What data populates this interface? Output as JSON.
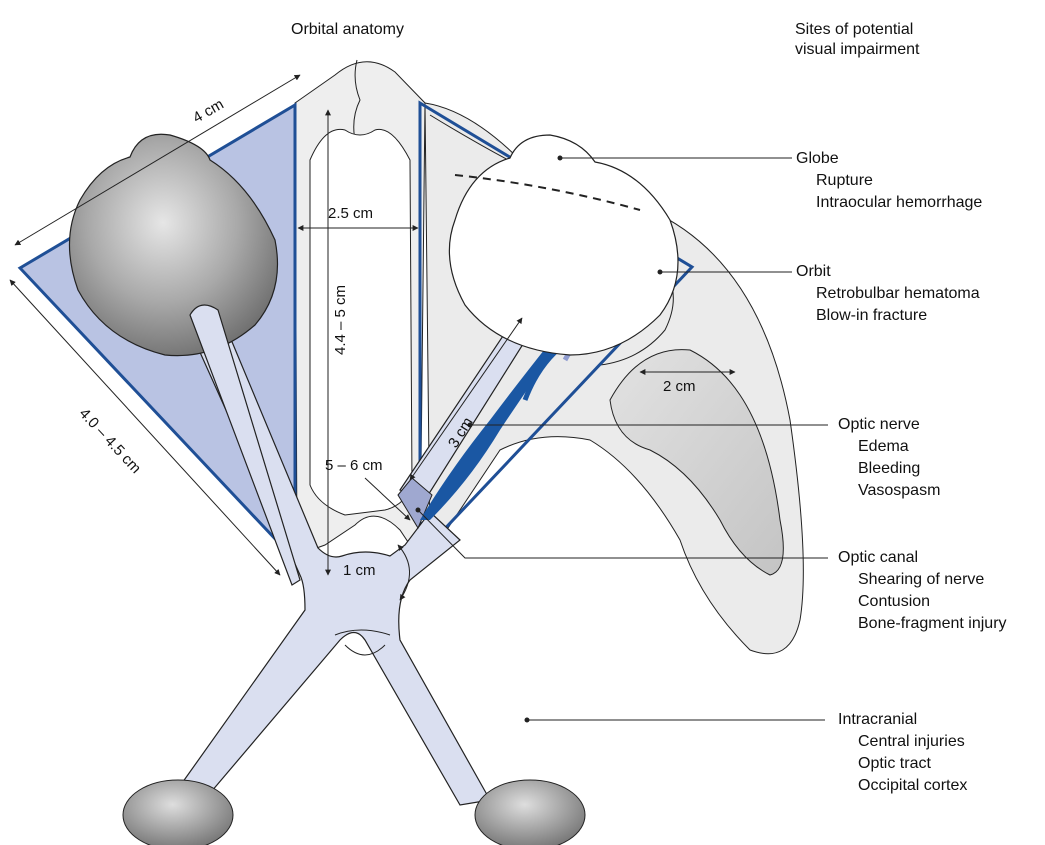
{
  "titles": {
    "left": "Orbital anatomy",
    "right": "Sites of potential\nvisual impairment"
  },
  "dimensions": {
    "orbit_entrance_width": "4 cm",
    "orbit_lateral_wall": "4.0 – 4.5 cm",
    "orbit_medial_wall": "4.4 – 5 cm",
    "interorbital_width": "2.5 cm",
    "nerve_intraorbital": "3 cm",
    "optic_apex": "5 – 6 cm",
    "chiasm": "1 cm",
    "fracture": "2 cm"
  },
  "sites": [
    {
      "title": "Globe",
      "items": [
        "Rupture",
        "Intraocular hemorrhage"
      ]
    },
    {
      "title": "Orbit",
      "items": [
        "Retrobulbar hematoma",
        "Blow-in fracture"
      ]
    },
    {
      "title": "Optic nerve",
      "items": [
        "Edema",
        "Bleeding",
        "Vasospasm"
      ]
    },
    {
      "title": "Optic canal",
      "items": [
        "Shearing of nerve",
        "Contusion",
        "Bone-fragment injury"
      ]
    },
    {
      "title": "Intracranial",
      "items": [
        "Central injuries",
        "Optic tract",
        "Occipital cortex"
      ]
    }
  ],
  "colors": {
    "outline_blue": "#1f4f96",
    "orbit_fill": "#b9c3e3",
    "nerve_fill": "#dadff0",
    "bone_fill": "#eeeeee",
    "vessel_blue": "#1a57a3"
  }
}
